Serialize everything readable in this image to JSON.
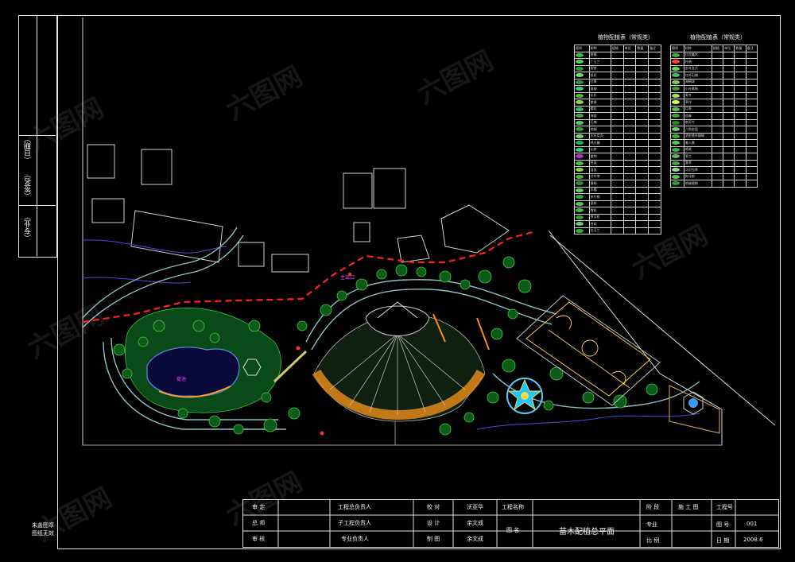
{
  "side_strip": {
    "profession": "（专业）",
    "signature": "（签名）",
    "date": "（日期）"
  },
  "watermark": "六图网",
  "void_note": {
    "line1": "未盖图章",
    "line2": "图纸无效"
  },
  "legend_left": {
    "title": "植物配植表（常规类）",
    "header": [
      "图例",
      "树种",
      "规格",
      "单位",
      "数量",
      "备注"
    ],
    "rows": [
      {
        "color": "#35c232",
        "name": "香樟"
      },
      {
        "color": "#4fd14a",
        "name": "广玉兰"
      },
      {
        "color": "#2aa52a",
        "name": "银杏"
      },
      {
        "color": "#69e05f",
        "name": "桂花"
      },
      {
        "color": "#2f9a3a",
        "name": "红枫"
      },
      {
        "color": "#3fcf7a",
        "name": "垂柳"
      },
      {
        "color": "#58b83c",
        "name": "水杉"
      },
      {
        "color": "#8cd84a",
        "name": "紫薇"
      },
      {
        "color": "#2cbf5c",
        "name": "樱花"
      },
      {
        "color": "#42a542",
        "name": "海棠"
      },
      {
        "color": "#5ccb5c",
        "name": "石楠"
      },
      {
        "color": "#3a9e3a",
        "name": "棕榈"
      },
      {
        "color": "#73d66b",
        "name": "大叶女贞"
      },
      {
        "color": "#24b04e",
        "name": "鸡爪槭"
      },
      {
        "color": "#2fd082",
        "name": "山茶"
      },
      {
        "color": "#c02fd0",
        "name": "紫荆"
      },
      {
        "color": "#4cc04c",
        "name": "杜英"
      },
      {
        "color": "#7fd34f",
        "name": "含笑"
      },
      {
        "color": "#3bb83b",
        "name": "红叶李"
      },
      {
        "color": "#2f8f2f",
        "name": "黄杨"
      },
      {
        "color": "#5dd35d",
        "name": "木槿"
      },
      {
        "color": "#36a836",
        "name": "夹竹桃"
      },
      {
        "color": "#56c356",
        "name": "栾树"
      },
      {
        "color": "#49b849",
        "name": "雪松"
      },
      {
        "color": "#31a231",
        "name": "罗汉松"
      },
      {
        "color": "#6ac86a",
        "name": "合欢"
      },
      {
        "color": "#2eb52e",
        "name": "白玉兰"
      }
    ]
  },
  "legend_right": {
    "title": "植物配植表（常规类）",
    "header": [
      "图例",
      "树种",
      "规格",
      "单位",
      "数量",
      "备注"
    ],
    "rows": [
      {
        "color": "#3fae3f",
        "name": "红花檵木"
      },
      {
        "color": "#ff3a3a",
        "name": "杜鹃"
      },
      {
        "color": "#5fd35f",
        "name": "金叶女贞"
      },
      {
        "color": "#3bbf6c",
        "name": "红叶石楠"
      },
      {
        "color": "#7ccf3a",
        "name": "海桐球"
      },
      {
        "color": "#2ca02c",
        "name": "小叶黄杨"
      },
      {
        "color": "#9be06a",
        "name": "麦冬"
      },
      {
        "color": "#d8ff3a",
        "name": "草坪"
      },
      {
        "color": "#47c247",
        "name": "月季"
      },
      {
        "color": "#34a834",
        "name": "迎春"
      },
      {
        "color": "#1f8f1f",
        "name": "南天竹"
      },
      {
        "color": "#62d05a",
        "name": "八角金盘"
      },
      {
        "color": "#2bb52b",
        "name": "洒金桃叶珊瑚"
      },
      {
        "color": "#52c252",
        "name": "美人蕉"
      },
      {
        "color": "#3ab43a",
        "name": "鸢尾"
      },
      {
        "color": "#60b860",
        "name": "葱兰"
      },
      {
        "color": "#45a545",
        "name": "萱草"
      },
      {
        "color": "#8ed88e",
        "name": "马尼拉草"
      },
      {
        "color": "#50c850",
        "name": "狗牙根"
      },
      {
        "color": "#2d9d2d",
        "name": "地被植物"
      }
    ]
  },
  "title_block": {
    "review": "审 定",
    "chief": "总 师",
    "check": "审 核",
    "project_lead": "工程总负责人",
    "sub_lead": "子工程负责人",
    "discipline_lead": "专业负责人",
    "proofread": "校 对",
    "design": "设 计",
    "draw": "制 图",
    "person1": "沃亚华",
    "person2": "余文成",
    "person3": "余文成",
    "project_name_label": "工程名称",
    "drawing_name_label": "图 名",
    "drawing_name": "苗木配植总平面",
    "phase_label": "阶 段",
    "phase_value": "施 工 图",
    "project_no_label": "工程号",
    "discipline_label": "专业",
    "drawing_no_label": "图 号",
    "drawing_no": "001",
    "scale_label": "比 例",
    "date_label": "日 期",
    "date_value": "2008.6"
  },
  "map_labels": {
    "entrance": "主出口",
    "pond": "荷池"
  }
}
